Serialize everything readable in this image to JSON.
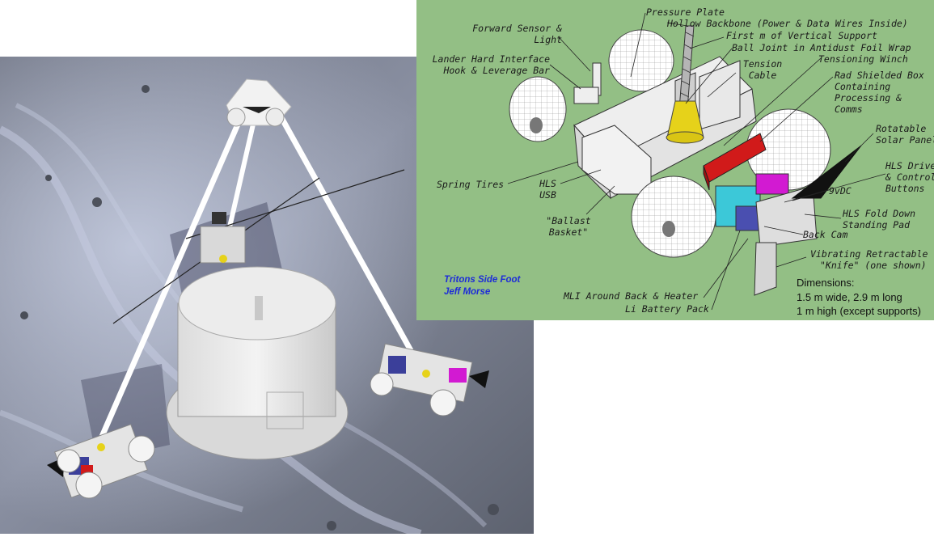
{
  "diagram": {
    "labels": {
      "pressure_plate": "Pressure Plate",
      "hollow_backbone": "Hollow Backbone (Power & Data Wires Inside)",
      "first_m_vertical": "First m of Vertical Support",
      "ball_joint": "Ball Joint in Antidust Foil Wrap",
      "forward_sensor_1": "Forward Sensor &",
      "forward_sensor_2": "Light",
      "tension_cable_1": "Tension",
      "tension_cable_2": "Cable",
      "tensioning_winch": "Tensioning Winch",
      "lander_interface_1": "Lander Hard Interface",
      "lander_interface_2": "Hook & Leverage Bar",
      "rad_box_1": "Rad Shielded Box",
      "rad_box_2": "Containing",
      "rad_box_3": "Processing &",
      "rad_box_4": "Comms",
      "rotatable_panel_1": "Rotatable",
      "rotatable_panel_2": "Solar Panel",
      "hls_drive_1": "HLS Drive",
      "hls_drive_2": "& Control",
      "hls_drive_3": "Buttons",
      "spring_tires": "Spring Tires",
      "hls_usb_1": "HLS",
      "hls_usb_2": "USB",
      "nine_vdc": "9vDC",
      "hls_fold_1": "HLS Fold Down",
      "hls_fold_2": "Standing Pad",
      "ballast_1": "\"Ballast",
      "ballast_2": "Basket\"",
      "back_cam": "Back Cam",
      "knife_1": "Vibrating Retractable",
      "knife_2": "\"Knife\" (one shown)",
      "mli": "MLI Around Back & Heater",
      "li_battery": "Li Battery Pack"
    },
    "credit_line1": "Tritons Side Foot",
    "credit_line2": "Jeff Morse",
    "dimensions_title": "Dimensions:",
    "dimensions_line1": "1.5 m wide, 2.9 m long",
    "dimensions_line2": "1 m high (except supports)",
    "colors": {
      "background": "#93bf85",
      "rad_box": "#d11a1a",
      "cone": "#e6d21a",
      "magenta": "#d21ad2",
      "cyan": "#3cc8d8",
      "credit": "#1d2cd8"
    }
  }
}
